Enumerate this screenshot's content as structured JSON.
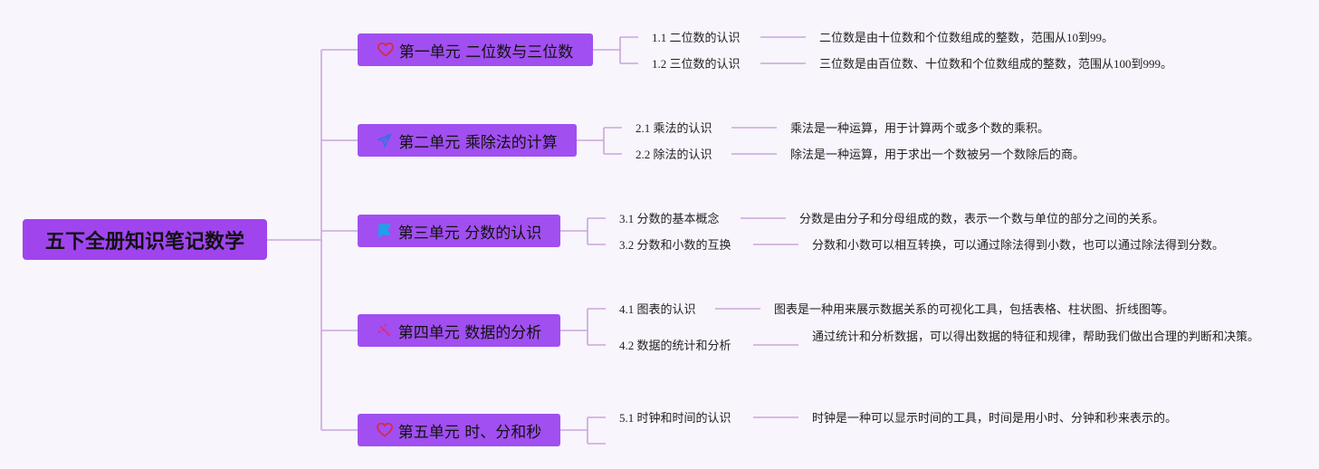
{
  "root": {
    "label": "五下全册知识笔记数学"
  },
  "colors": {
    "node_fill": "#a14ff0",
    "connector": "#c9a6dc",
    "background": "#f8f5fc"
  },
  "units": [
    {
      "label": "第一单元 二位数与三位数",
      "icon": "heart-icon",
      "topics": [
        {
          "label": "1.1 二位数的认识",
          "desc": "二位数是由十位数和个位数组成的整数，范围从10到99。"
        },
        {
          "label": "1.2 三位数的认识",
          "desc": "三位数是由百位数、十位数和个位数组成的整数，范围从100到999。"
        }
      ]
    },
    {
      "label": "第二单元 乘除法的计算",
      "icon": "paper-plane-icon",
      "topics": [
        {
          "label": "2.1 乘法的认识",
          "desc": "乘法是一种运算，用于计算两个或多个数的乘积。"
        },
        {
          "label": "2.2 除法的认识",
          "desc": "除法是一种运算，用于求出一个数被另一个数除后的商。"
        }
      ]
    },
    {
      "label": "第三单元 分数的认识",
      "icon": "flag-icon",
      "topics": [
        {
          "label": "3.1 分数的基本概念",
          "desc": "分数是由分子和分母组成的数，表示一个数与单位的部分之间的关系。"
        },
        {
          "label": "3.2 分数和小数的互换",
          "desc": "分数和小数可以相互转换，可以通过除法得到小数，也可以通过除法得到分数。"
        }
      ]
    },
    {
      "label": "第四单元 数据的分析",
      "icon": "magic-wand-icon",
      "topics": [
        {
          "label": "4.1 图表的认识",
          "desc": "图表是一种用来展示数据关系的可视化工具，包括表格、柱状图、折线图等。"
        },
        {
          "label": "4.2 数据的统计和分析",
          "desc": "通过统计和分析数据，可以得出数据的特征和规律，帮助我们做出合理的判断和决策。"
        }
      ]
    },
    {
      "label": "第五单元 时、分和秒",
      "icon": "heart-icon",
      "topics": [
        {
          "label": "5.1 时钟和时间的认识",
          "desc": "时钟是一种可以显示时间的工具，时间是用小时、分钟和秒来表示的。"
        },
        {
          "label": "",
          "desc": ""
        }
      ]
    }
  ]
}
